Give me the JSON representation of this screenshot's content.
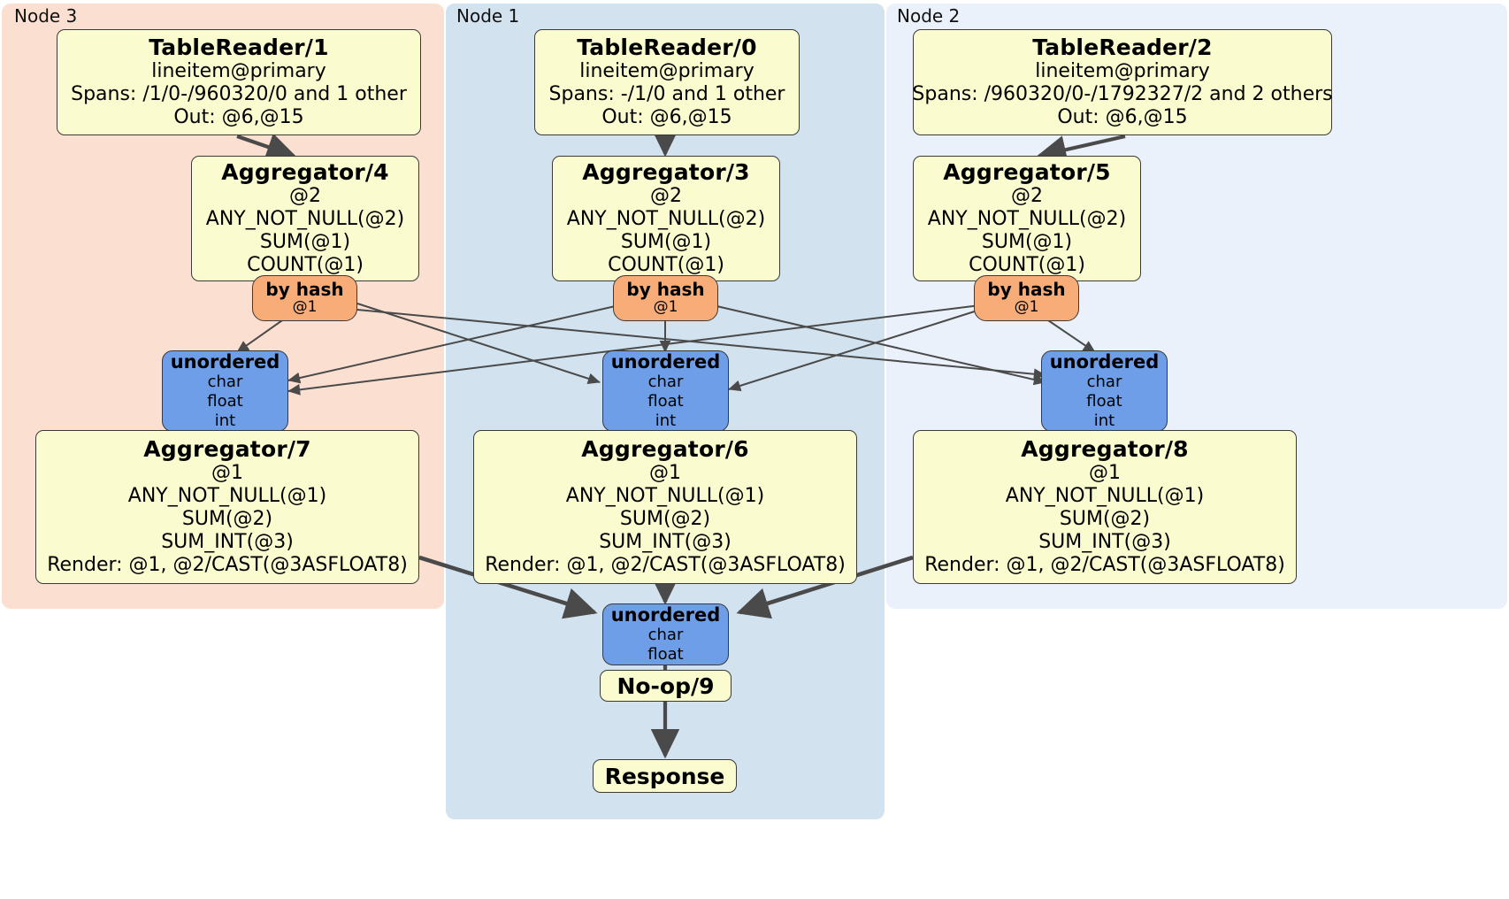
{
  "diagram": {
    "kind": "distributed-query-plan",
    "colors": {
      "node3_panel": "#fbe0d2",
      "node1_panel": "#d2e2ee",
      "node2_panel": "#ebf1fb",
      "processor_fill": "#fbfbd0",
      "router_fill": "#f8ac78",
      "sync_fill": "#6e9ee8",
      "stroke": "#3a3a3a",
      "edge": "#4a4a4a"
    }
  },
  "nodes": [
    {
      "id": "node3",
      "label": "Node 3"
    },
    {
      "id": "node1",
      "label": "Node 1"
    },
    {
      "id": "node2",
      "label": "Node 2"
    }
  ],
  "table_readers": [
    {
      "id": "tr1",
      "title": "TableReader/1",
      "lines": [
        "lineitem@primary",
        "Spans: /1/0-/960320/0 and 1 other",
        "Out: @6,@15"
      ]
    },
    {
      "id": "tr0",
      "title": "TableReader/0",
      "lines": [
        "lineitem@primary",
        "Spans: -/1/0 and 1 other",
        "Out: @6,@15"
      ]
    },
    {
      "id": "tr2",
      "title": "TableReader/2",
      "lines": [
        "lineitem@primary",
        "Spans: /960320/0-/1792327/2 and 2 others",
        "Out: @6,@15"
      ]
    }
  ],
  "aggregators_stage1": [
    {
      "id": "agg4",
      "title": "Aggregator/4",
      "lines": [
        "@2",
        "ANY_NOT_NULL(@2)",
        "SUM(@1)",
        "COUNT(@1)"
      ]
    },
    {
      "id": "agg3",
      "title": "Aggregator/3",
      "lines": [
        "@2",
        "ANY_NOT_NULL(@2)",
        "SUM(@1)",
        "COUNT(@1)"
      ]
    },
    {
      "id": "agg5",
      "title": "Aggregator/5",
      "lines": [
        "@2",
        "ANY_NOT_NULL(@2)",
        "SUM(@1)",
        "COUNT(@1)"
      ]
    }
  ],
  "routers": [
    {
      "id": "hash-left",
      "title": "by hash",
      "lines": [
        "@1"
      ]
    },
    {
      "id": "hash-center",
      "title": "by hash",
      "lines": [
        "@1"
      ]
    },
    {
      "id": "hash-right",
      "title": "by hash",
      "lines": [
        "@1"
      ]
    }
  ],
  "synchronizers_stage1": [
    {
      "id": "sync-left",
      "title": "unordered",
      "lines": [
        "char",
        "float",
        "int"
      ]
    },
    {
      "id": "sync-center",
      "title": "unordered",
      "lines": [
        "char",
        "float",
        "int"
      ]
    },
    {
      "id": "sync-right",
      "title": "unordered",
      "lines": [
        "char",
        "float",
        "int"
      ]
    }
  ],
  "aggregators_stage2": [
    {
      "id": "agg7",
      "title": "Aggregator/7",
      "lines": [
        "@1",
        "ANY_NOT_NULL(@1)",
        "SUM(@2)",
        "SUM_INT(@3)",
        "Render: @1, @2/CAST(@3ASFLOAT8)"
      ]
    },
    {
      "id": "agg6",
      "title": "Aggregator/6",
      "lines": [
        "@1",
        "ANY_NOT_NULL(@1)",
        "SUM(@2)",
        "SUM_INT(@3)",
        "Render: @1, @2/CAST(@3ASFLOAT8)"
      ]
    },
    {
      "id": "agg8",
      "title": "Aggregator/8",
      "lines": [
        "@1",
        "ANY_NOT_NULL(@1)",
        "SUM(@2)",
        "SUM_INT(@3)",
        "Render: @1, @2/CAST(@3ASFLOAT8)"
      ]
    }
  ],
  "final_sync": {
    "id": "sync-final",
    "title": "unordered",
    "lines": [
      "char",
      "float"
    ]
  },
  "noop": {
    "id": "noop9",
    "title": "No-op/9"
  },
  "response": {
    "id": "response",
    "title": "Response"
  }
}
